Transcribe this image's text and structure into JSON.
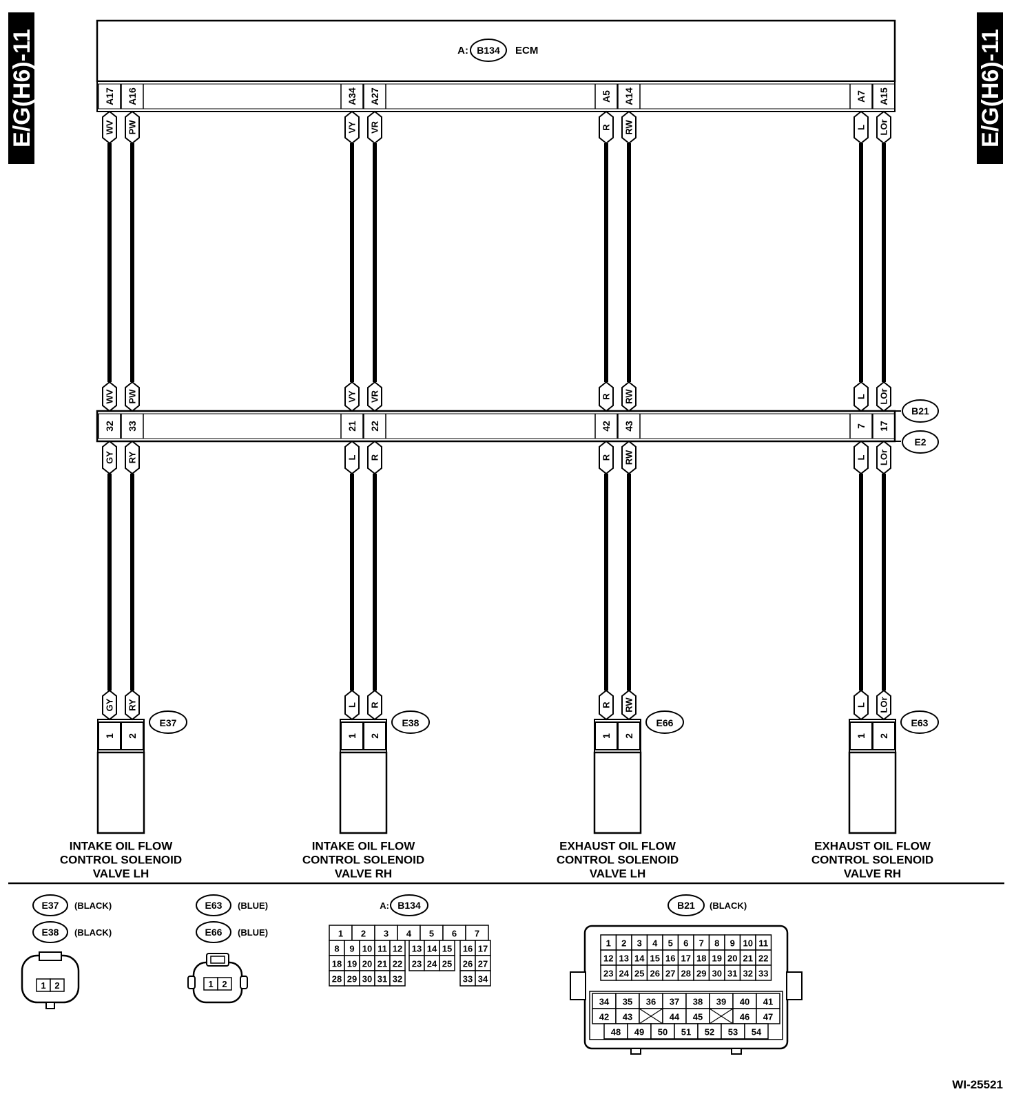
{
  "side_tab_label": "E/G(H6)-11",
  "ecm": {
    "prefix": "A:",
    "connector": "B134",
    "name": "ECM"
  },
  "inline_connectors": [
    "B21",
    "E2"
  ],
  "circuits": [
    {
      "wires": [
        {
          "ecm_pin": "A17",
          "ecm_color": "WV",
          "b21_color": "WV",
          "b21_pin": "32",
          "e2_pin": "32",
          "e2_color": "GY",
          "dev_color": "GY",
          "dev_pin": "1"
        },
        {
          "ecm_pin": "A16",
          "ecm_color": "PW",
          "b21_color": "PW",
          "b21_pin": "33",
          "e2_pin": "33",
          "e2_color": "RY",
          "dev_color": "RY",
          "dev_pin": "2"
        }
      ],
      "connector": "E37",
      "caption": [
        "INTAKE OIL FLOW",
        "CONTROL SOLENOID",
        "VALVE LH"
      ]
    },
    {
      "wires": [
        {
          "ecm_pin": "A34",
          "ecm_color": "VY",
          "b21_color": "VY",
          "b21_pin": "21",
          "e2_pin": "21",
          "e2_color": "L",
          "dev_color": "L",
          "dev_pin": "1"
        },
        {
          "ecm_pin": "A27",
          "ecm_color": "VR",
          "b21_color": "VR",
          "b21_pin": "22",
          "e2_pin": "22",
          "e2_color": "R",
          "dev_color": "R",
          "dev_pin": "2"
        }
      ],
      "connector": "E38",
      "caption": [
        "INTAKE OIL FLOW",
        "CONTROL SOLENOID",
        "VALVE RH"
      ]
    },
    {
      "wires": [
        {
          "ecm_pin": "A5",
          "ecm_color": "R",
          "b21_color": "R",
          "b21_pin": "42",
          "e2_pin": "42",
          "e2_color": "R",
          "dev_color": "R",
          "dev_pin": "1"
        },
        {
          "ecm_pin": "A14",
          "ecm_color": "RW",
          "b21_color": "RW",
          "b21_pin": "43",
          "e2_pin": "43",
          "e2_color": "RW",
          "dev_color": "RW",
          "dev_pin": "2"
        }
      ],
      "connector": "E66",
      "caption": [
        "EXHAUST OIL FLOW",
        "CONTROL SOLENOID",
        "VALVE LH"
      ]
    },
    {
      "wires": [
        {
          "ecm_pin": "A7",
          "ecm_color": "L",
          "b21_color": "L",
          "b21_pin": "7",
          "e2_pin": "7",
          "e2_color": "L",
          "dev_color": "L",
          "dev_pin": "1"
        },
        {
          "ecm_pin": "A15",
          "ecm_color": "LOr",
          "b21_color": "LOr",
          "b21_pin": "17",
          "e2_pin": "17",
          "e2_color": "LOr",
          "dev_color": "LOr",
          "dev_pin": "2"
        }
      ],
      "connector": "E63",
      "caption": [
        "EXHAUST OIL FLOW",
        "CONTROL SOLENOID",
        "VALVE RH"
      ]
    }
  ],
  "legend": {
    "e37": {
      "connector": "E37",
      "color": "(BLACK)"
    },
    "e38": {
      "connector": "E38",
      "color": "(BLACK)"
    },
    "e63": {
      "connector": "E63",
      "color": "(BLUE)"
    },
    "e66": {
      "connector": "E66",
      "color": "(BLUE)"
    },
    "two_pin": [
      "1",
      "2"
    ],
    "b134": {
      "prefix": "A:",
      "connector": "B134",
      "rows": [
        [
          "1",
          "2",
          "3",
          "4",
          "5",
          "6",
          "7"
        ],
        [
          "8",
          "9",
          "10",
          "11",
          "12",
          "13",
          "14",
          "15",
          "16",
          "17"
        ],
        [
          "18",
          "19",
          "20",
          "21",
          "22",
          "23",
          "24",
          "25",
          "26",
          "27"
        ],
        [
          "28",
          "29",
          "30",
          "31",
          "32",
          "33",
          "34"
        ]
      ]
    },
    "b21": {
      "connector": "B21",
      "color": "(BLACK)",
      "rows": [
        [
          "1",
          "2",
          "3",
          "4",
          "5",
          "6",
          "7",
          "8",
          "9",
          "10",
          "11"
        ],
        [
          "12",
          "13",
          "14",
          "15",
          "16",
          "17",
          "18",
          "19",
          "20",
          "21",
          "22"
        ],
        [
          "23",
          "24",
          "25",
          "26",
          "27",
          "28",
          "29",
          "30",
          "31",
          "32",
          "33"
        ],
        [
          "34",
          "35",
          "36",
          "37",
          "38",
          "39",
          "40",
          "41"
        ],
        [
          "42",
          "43",
          "44",
          "45",
          "46",
          "47"
        ],
        [
          "48",
          "49",
          "50",
          "51",
          "52",
          "53",
          "54"
        ]
      ]
    }
  },
  "figure_id": "WI-25521"
}
